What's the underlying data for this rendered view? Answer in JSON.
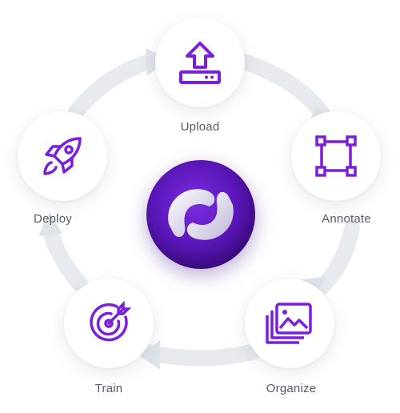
{
  "steps": [
    {
      "label": "Upload",
      "icon": "upload-icon"
    },
    {
      "label": "Annotate",
      "icon": "bounding-box-icon"
    },
    {
      "label": "Organize",
      "icon": "image-gallery-icon"
    },
    {
      "label": "Train",
      "icon": "target-icon"
    },
    {
      "label": "Deploy",
      "icon": "rocket-icon"
    }
  ],
  "center": {
    "icon": "brand-logo"
  },
  "colors": {
    "accent": "#7b1fd9",
    "ring": "#e3e7ec",
    "logo_dark": "#3a0f7a",
    "logo_light": "#e9e6f5"
  }
}
